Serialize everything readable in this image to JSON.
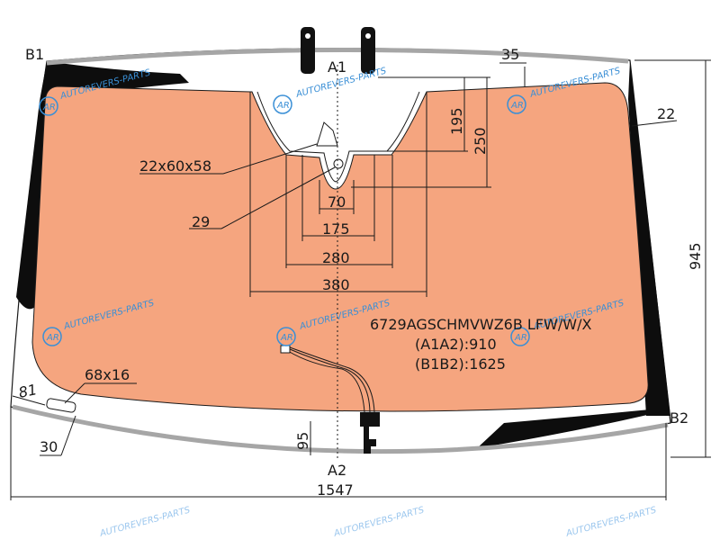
{
  "drawing": {
    "part_code": "6729AGSCHMVWZ6B LFW/W/X",
    "diagonal_a": "(A1A2):910",
    "diagonal_b": "(B1B2):1625",
    "watermark": "AUTOREVERS-PARTS",
    "watermark_logo": "AR",
    "colors": {
      "glass_fill": "#F5A57F",
      "frit_black": "#0d0d0d",
      "outline_gray": "#a6a6a6",
      "watermark_blue": "#3a8fd6"
    }
  },
  "points": {
    "a1": "A1",
    "a2": "A2",
    "b1": "B1",
    "b2": "B2"
  },
  "dimensions": {
    "top_margin": "35",
    "side_band": "22",
    "height_total": "945",
    "width_total": "1547",
    "notch_195": "195",
    "notch_250": "250",
    "w70": "70",
    "w175": "175",
    "w280": "280",
    "w380": "380",
    "bracket": "22x60x58",
    "bracket_29": "29",
    "label_68x16": "68x16",
    "bottom_95": "95",
    "edge_81": "81",
    "edge_30": "30"
  }
}
